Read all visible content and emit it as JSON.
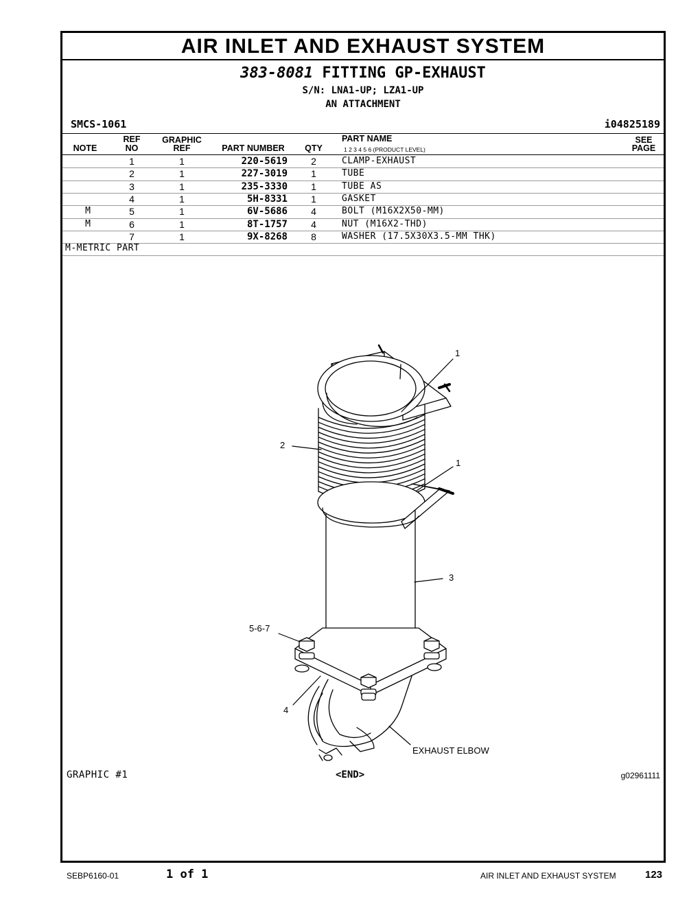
{
  "header": {
    "title": "AIR INLET AND EXHAUST SYSTEM",
    "part_group_number": "383-8081",
    "part_group_name": "FITTING GP-EXHAUST",
    "serial_numbers": "S/N: LNA1-UP; LZA1-UP",
    "attachment": "AN ATTACHMENT",
    "smcs": "SMCS-1061",
    "info_id": "i04825189"
  },
  "table": {
    "headers": {
      "note": "NOTE",
      "ref_top": "REF",
      "ref_bottom": "NO",
      "graphic_top": "GRAPHIC",
      "graphic_bottom": "REF",
      "part_number": "PART NUMBER",
      "qty": "QTY",
      "part_name": "PART NAME",
      "product_levels": "1   2   3   4   5   6   (PRODUCT LEVEL)",
      "see_top": "SEE",
      "see_bottom": "PAGE"
    },
    "rows": [
      {
        "note": "",
        "ref": "1",
        "graphic_ref": "1",
        "part_number": "220-5619",
        "qty": "2",
        "name": "CLAMP-EXHAUST"
      },
      {
        "note": "",
        "ref": "2",
        "graphic_ref": "1",
        "part_number": "227-3019",
        "qty": "1",
        "name": "TUBE"
      },
      {
        "note": "",
        "ref": "3",
        "graphic_ref": "1",
        "part_number": "235-3330",
        "qty": "1",
        "name": "TUBE AS"
      },
      {
        "note": "",
        "ref": "4",
        "graphic_ref": "1",
        "part_number": "5H-8331",
        "qty": "1",
        "name": "GASKET"
      },
      {
        "note": "M",
        "ref": "5",
        "graphic_ref": "1",
        "part_number": "6V-5686",
        "qty": "4",
        "name": "BOLT (M16X2X50-MM)"
      },
      {
        "note": "M",
        "ref": "6",
        "graphic_ref": "1",
        "part_number": "8T-1757",
        "qty": "4",
        "name": "NUT (M16X2-THD)"
      },
      {
        "note": "",
        "ref": "7",
        "graphic_ref": "1",
        "part_number": "9X-8268",
        "qty": "8",
        "name": "WASHER (17.5X30X3.5-MM THK)"
      }
    ],
    "footnote": "M-METRIC PART"
  },
  "graphic": {
    "callouts": [
      "1",
      "2",
      "1",
      "3",
      "5-6-7",
      "4",
      "EXHAUST ELBOW"
    ],
    "caption": "GRAPHIC #1",
    "end_marker": "<END>",
    "graphic_id": "g02961111"
  },
  "footer": {
    "document": "SEBP6160-01",
    "page_of": "1 of 1",
    "section": "AIR INLET AND EXHAUST SYSTEM",
    "page_number": "123"
  }
}
